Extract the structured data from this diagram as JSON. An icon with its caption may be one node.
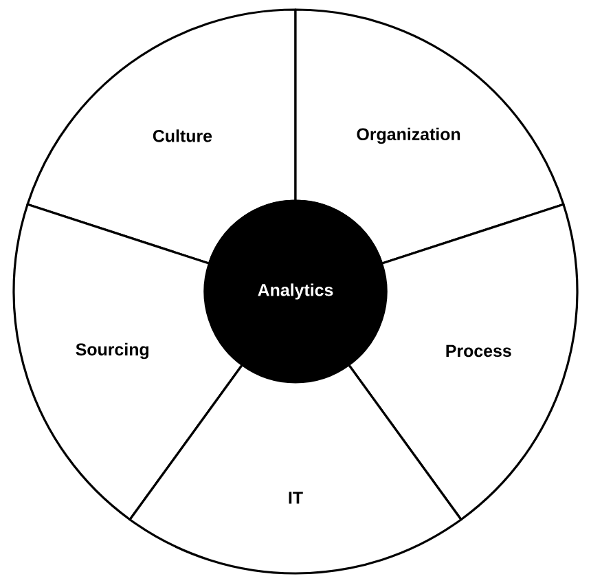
{
  "diagram": {
    "nodes": [
      {
        "text": [
          "Culture"
        ]
      },
      {
        "text": [
          "Organization"
        ]
      },
      {
        "text": [
          "Analytics"
        ]
      },
      {
        "text": [
          "Sourcing"
        ]
      },
      {
        "text": [
          "Process"
        ]
      },
      {
        "text": [
          "IT"
        ]
      }
    ]
  }
}
